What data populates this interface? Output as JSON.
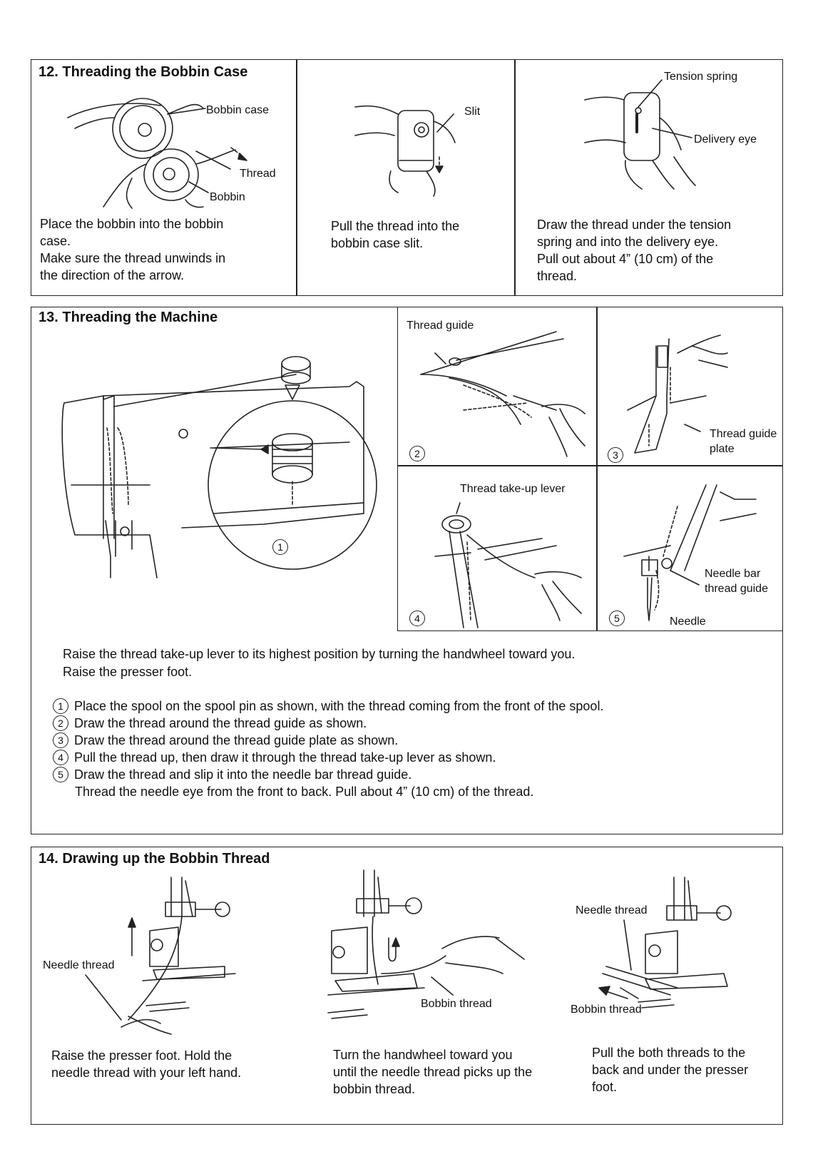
{
  "section12": {
    "title": "12. Threading the Bobbin Case",
    "panel1": {
      "labels": {
        "bobbin_case": "Bobbin case",
        "thread": "Thread",
        "bobbin": "Bobbin"
      },
      "text": "Place the bobbin into the bobbin\ncase.\nMake sure the thread unwinds in\nthe direction of the arrow."
    },
    "panel2": {
      "labels": {
        "slit": "Slit"
      },
      "text": "Pull the thread into the\nbobbin case slit."
    },
    "panel3": {
      "labels": {
        "tension_spring": "Tension spring",
        "delivery_eye": "Delivery eye"
      },
      "text": "Draw the thread under the tension\nspring and into the delivery eye.\nPull out about 4” (10 cm) of the\nthread."
    }
  },
  "section13": {
    "title": "13. Threading the Machine",
    "figure_numbers": [
      "1",
      "2",
      "3",
      "4",
      "5"
    ],
    "labels": {
      "thread_guide": "Thread guide",
      "thread_guide_plate": "Thread guide\nplate",
      "take_up_lever": "Thread take-up lever",
      "needle_bar_thread_guide": "Needle bar\nthread guide",
      "needle": "Needle"
    },
    "intro": [
      "Raise the thread take-up lever to its highest position by turning the handwheel toward you.",
      "Raise the presser foot."
    ],
    "steps": [
      {
        "num": "1",
        "text": "Place the spool on the spool pin as shown, with the thread coming from the front of the spool."
      },
      {
        "num": "2",
        "text": "Draw the thread around the thread guide as shown."
      },
      {
        "num": "3",
        "text": "Draw the thread around the thread guide plate as shown."
      },
      {
        "num": "4",
        "text": "Pull the thread up, then draw it through the thread take-up lever as shown."
      },
      {
        "num": "5",
        "text": "Draw the thread and slip it into the needle bar thread guide."
      }
    ],
    "step5_continued": "Thread the needle eye from the front to back. Pull about 4” (10 cm) of the thread."
  },
  "section14": {
    "title": "14. Drawing up the Bobbin Thread",
    "panel1": {
      "labels": {
        "needle_thread": "Needle thread"
      },
      "text": "Raise the presser foot. Hold the\nneedle thread with your left hand."
    },
    "panel2": {
      "labels": {
        "bobbin_thread": "Bobbin thread"
      },
      "text": "Turn the handwheel toward you\nuntil the needle thread picks up the\nbobbin thread."
    },
    "panel3": {
      "labels": {
        "needle_thread": "Needle thread",
        "bobbin_thread": "Bobbin thread"
      },
      "text": "Pull the both threads to the\nback and under the presser\nfoot."
    }
  }
}
